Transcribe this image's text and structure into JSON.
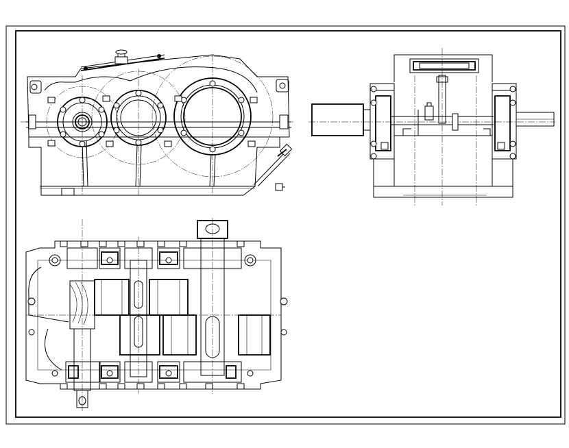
{
  "drawing": {
    "views": [
      "front-view",
      "side-view",
      "top-section-view"
    ],
    "colors": {
      "line": "#000000",
      "background": "#ffffff"
    }
  }
}
